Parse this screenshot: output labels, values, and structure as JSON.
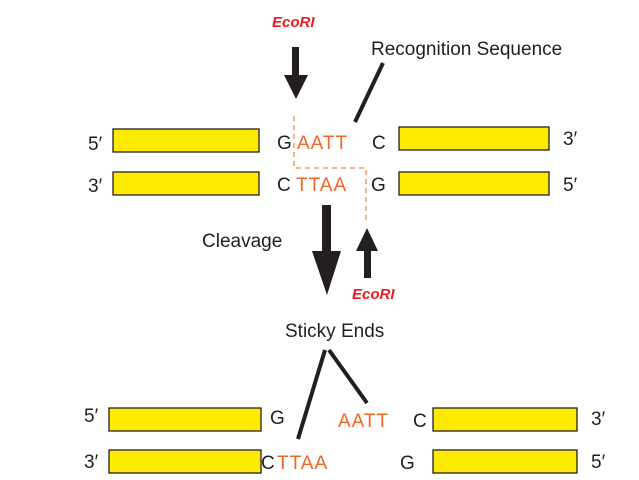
{
  "colors": {
    "dna_strand_fill": "#ffeb00",
    "dna_strand_stroke": "#231f20",
    "enzyme_label": "#ec1c24",
    "recognition_bases": "#f26522",
    "flank_bases": "#231f20",
    "arrow": "#231f20",
    "recognition_box": "#f26522"
  },
  "enzyme": {
    "top_label": "EcoRI",
    "bottom_label": "EcoRI"
  },
  "labels": {
    "recognition_sequence": "Recognition Sequence",
    "cleavage": "Cleavage",
    "sticky_ends": "Sticky Ends"
  },
  "before": {
    "top_strand": {
      "left_end": "5′",
      "right_end": "3′",
      "flank_left": "G",
      "recognition": "AATT",
      "flank_right": "C"
    },
    "bottom_strand": {
      "left_end": "3′",
      "right_end": "5′",
      "flank_left": "C",
      "recognition": "TTAA",
      "flank_right": "G"
    }
  },
  "after": {
    "top_strand": {
      "left_end": "5′",
      "right_end": "3′",
      "left_fragment_base": "G",
      "overhang": "AATT",
      "right_fragment_base": "C"
    },
    "bottom_strand": {
      "left_end": "3′",
      "right_end": "5′",
      "left_fragment_base": "C",
      "overhang": "TTAA",
      "right_fragment_base": "G"
    }
  }
}
